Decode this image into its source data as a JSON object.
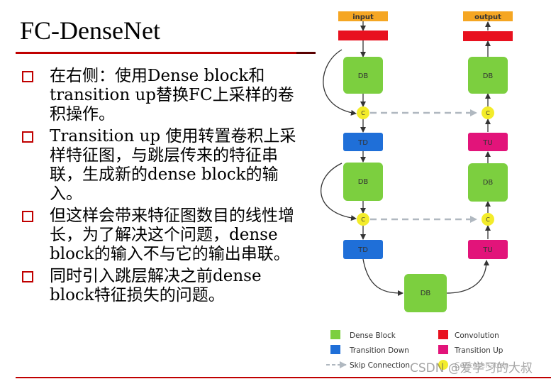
{
  "title": "FC-DenseNet",
  "bullets": [
    "在右侧：使用Dense block和transition up替换FC上采样的卷积操作。",
    "Transition up 使用转置卷积上采样特征图，与跳层传来的特征串联，生成新的dense block的输入。",
    "但这样会带来特征图数目的线性增长，为了解决这个问题，dense block的输入不与它的输出串联。",
    "同时引入跳层解决之前dense block特征损失的问题。"
  ],
  "diagram": {
    "input_label": "input",
    "output_label": "output",
    "db_label": "DB",
    "td_label": "TD",
    "tu_label": "TU",
    "c_label": "C",
    "colors": {
      "dense_block": "#7ccf3f",
      "transition_down": "#1f6fd8",
      "convolution": "#e8111f",
      "transition_up": "#e2147a",
      "concat": "#f3ec2a",
      "io_orange": "#f5a623",
      "skip": "#b0b8c0"
    },
    "legend": {
      "dense_block": "Dense Block",
      "convolution": "Convolution",
      "transition_down": "Transition Down",
      "transition_up": "Transition Up",
      "skip": "Skip Connection",
      "concat": "Concatenation"
    }
  },
  "watermark": "CSDN @爱学习的大叔"
}
